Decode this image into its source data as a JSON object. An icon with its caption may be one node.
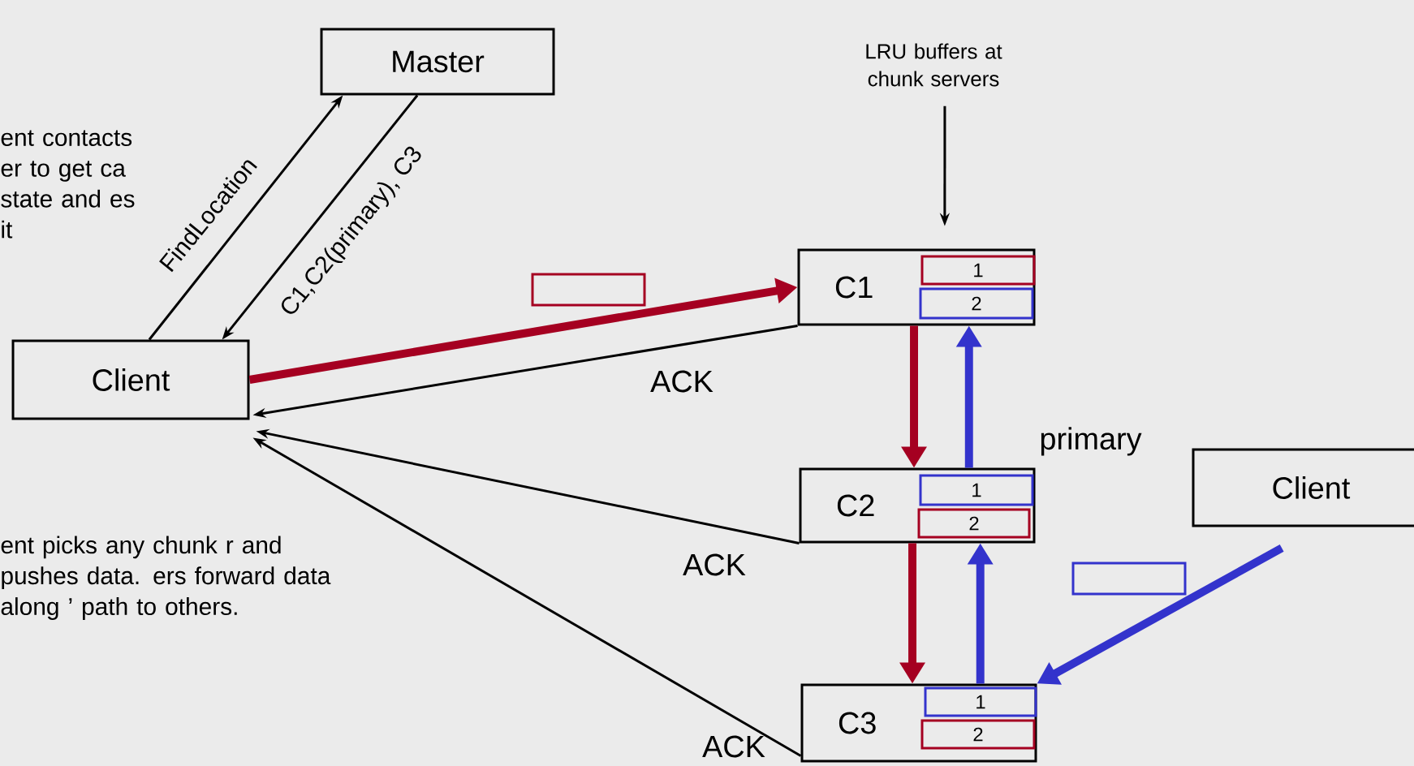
{
  "diagram": {
    "nodes": [
      {
        "text": [
          "Master"
        ]
      },
      {
        "text": [
          "Client"
        ]
      },
      {
        "text": [
          "C1"
        ]
      },
      {
        "text": [
          "1"
        ],
        "in": 2
      },
      {
        "text": [
          "2"
        ],
        "in": 2
      },
      {
        "text": [
          "C2"
        ]
      },
      {
        "text": [
          "1"
        ],
        "in": 5
      },
      {
        "text": [
          "2"
        ],
        "in": 5
      },
      {
        "text": [
          "C3"
        ]
      },
      {
        "text": [
          "1"
        ],
        "in": 8
      },
      {
        "text": [
          "2"
        ],
        "in": 8
      },
      {
        "text": [
          "Client"
        ]
      },
      {
        "text": [
          "LRU buffers at chunk servers"
        ]
      }
    ],
    "edges": [
      {
        "from": 1,
        "to": 0,
        "arrow": "to",
        "label": "FindLocation"
      },
      {
        "from": 0,
        "to": 1,
        "arrow": "to",
        "label": "C1,C2(primary), C3"
      },
      {
        "from": 1,
        "to": 2,
        "arrow": "to",
        "style": "thick",
        "color": "#a50021"
      },
      {
        "from": 2,
        "to": 1,
        "arrow": "to",
        "label": "ACK"
      },
      {
        "from": 5,
        "to": 1,
        "arrow": "to",
        "label": "ACK"
      },
      {
        "from": 8,
        "to": 1,
        "arrow": "to",
        "label": "ACK"
      },
      {
        "from": 2,
        "to": 5,
        "arrow": "to",
        "style": "thick",
        "color": "#a50021"
      },
      {
        "from": 5,
        "to": 2,
        "arrow": "to",
        "style": "thick",
        "color": "#3333cc"
      },
      {
        "from": 5,
        "to": 8,
        "arrow": "to",
        "style": "thick",
        "color": "#a50021"
      },
      {
        "from": 8,
        "to": 5,
        "arrow": "to",
        "style": "thick",
        "color": "#3333cc"
      },
      {
        "from": 11,
        "to": 8,
        "arrow": "to",
        "style": "thick",
        "color": "#3333cc"
      },
      {
        "from": 12,
        "to": 2,
        "arrow": "to"
      }
    ],
    "labels": [
      "ent contacts er to get ca state and es it",
      "ent picks any chunk r and pushes data. ers forward data along ’ path to others.",
      "primary"
    ]
  }
}
